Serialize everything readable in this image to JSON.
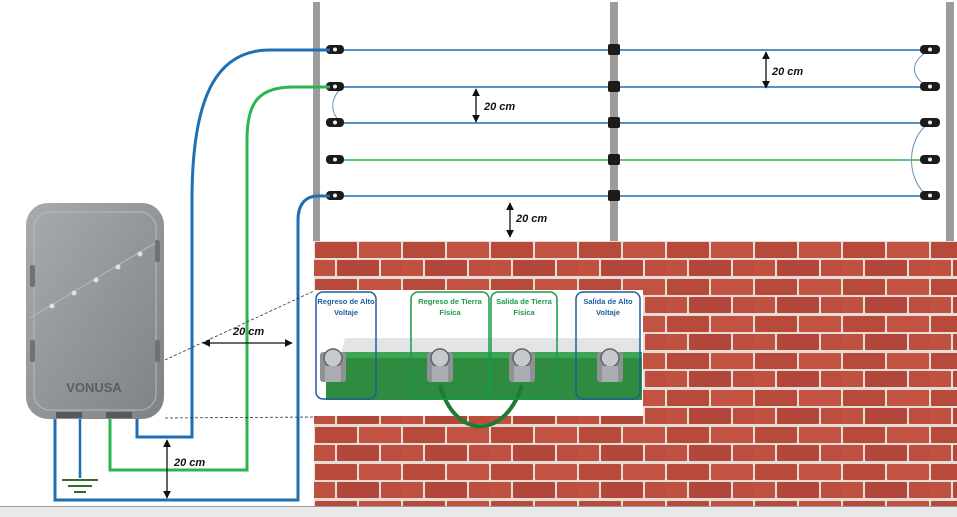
{
  "brand": "VONUSA",
  "measurements": {
    "top_right": "20 cm",
    "mid_left": "20 cm",
    "bottom_wire": "20 cm",
    "device_distance": "20 cm",
    "ground_gap": "20 cm"
  },
  "terminals": [
    {
      "line1": "Regreso de Alto",
      "line2": "Voltaje",
      "color": "#1f5e9e"
    },
    {
      "line1": "Regreso de Tierra",
      "line2": "Física",
      "color": "#1a9a4a"
    },
    {
      "line1": "Salida de Tierra",
      "line2": "Física",
      "color": "#1a9a4a"
    },
    {
      "line1": "Salida de Alto",
      "line2": "Voltaje",
      "color": "#1f5e9e"
    }
  ],
  "colors": {
    "high_voltage_wire": "#1f6fb3",
    "ground_wire": "#2fb34f",
    "brick": "#b84a3c",
    "mortar": "#e3ddd6",
    "post": "#9c9c9c",
    "energizer": "#8f9396"
  },
  "icons": [
    "ground-symbol-icon",
    "insulator-icon",
    "terminal-screw-icon"
  ]
}
